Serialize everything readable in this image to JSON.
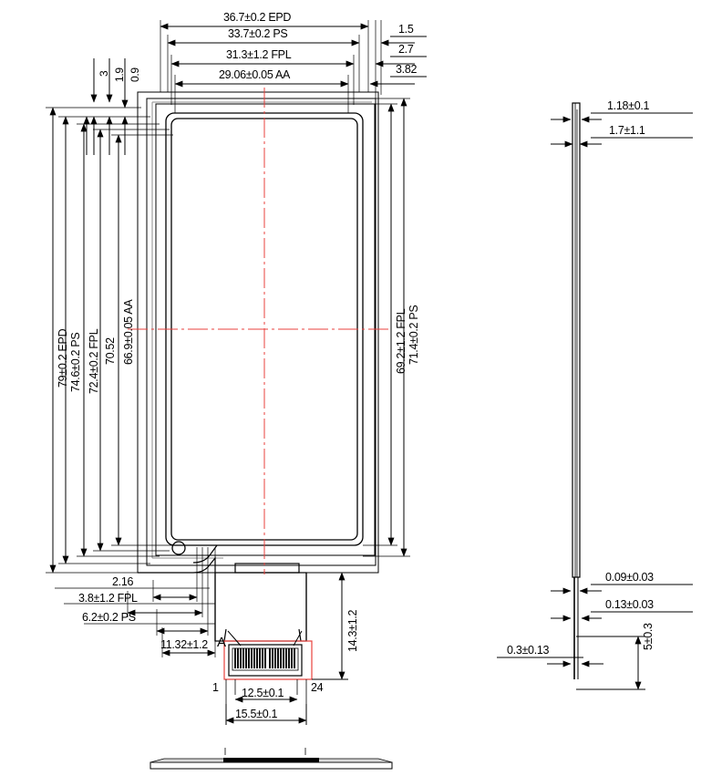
{
  "drawing": {
    "title": "EPD panel mechanical drawing",
    "units": "mm",
    "accent_red": "#e8413d",
    "line_color": "#000000",
    "hidden_color": "#8c8c8c"
  },
  "front_view": {
    "top_dimensions": [
      {
        "name": "epd-width",
        "text": "36.7±0.2 EPD"
      },
      {
        "name": "ps-width",
        "text": "33.7±0.2 PS"
      },
      {
        "name": "fpl-width",
        "text": "31.3±1.2 FPL"
      },
      {
        "name": "aa-width",
        "text": "29.06±0.05 AA"
      }
    ],
    "top_small_vertical": [
      {
        "name": "offset-3",
        "text": "3"
      },
      {
        "name": "offset-1-9",
        "text": "1.9"
      },
      {
        "name": "offset-0-9",
        "text": "0.9"
      }
    ],
    "top_right_offsets": [
      {
        "name": "right-offset-1-5",
        "text": "1.5"
      },
      {
        "name": "right-offset-2-7",
        "text": "2.7"
      },
      {
        "name": "right-offset-3-82",
        "text": "3.82"
      }
    ],
    "left_dimensions": [
      {
        "name": "epd-height",
        "text": "79±0.2 EPD"
      },
      {
        "name": "ps-height",
        "text": "74.6±0.2 PS"
      },
      {
        "name": "fpl-height",
        "text": "72.4±0.2 FPL"
      },
      {
        "name": "mid-height",
        "text": "70.52"
      },
      {
        "name": "aa-height",
        "text": "66.9±0.05 AA"
      }
    ],
    "right_dimensions": [
      {
        "name": "fpl-right-height",
        "text": "69.2±1.2 FPL"
      },
      {
        "name": "ps-right-height",
        "text": "71.4±0.2 PS"
      }
    ],
    "bottom_left_dimensions": [
      {
        "name": "dim-2-16",
        "text": "2.16"
      },
      {
        "name": "fpl-bottom",
        "text": "3.8±1.2 FPL"
      },
      {
        "name": "ps-bottom",
        "text": "6.2±0.2 PS"
      },
      {
        "name": "dim-11-32",
        "text": "11.32±1.2"
      }
    ]
  },
  "connector": {
    "detail_label": "A",
    "pin_first": "1",
    "pin_last": "24",
    "pin_count": 24,
    "height_dim": "14.3±1.2",
    "pitch_dim": "12.5±0.1",
    "width_dim": "15.5±0.1"
  },
  "side_view": {
    "top_dimensions": [
      {
        "name": "thickness-1-18",
        "text": "1.18±0.1"
      },
      {
        "name": "thickness-1-7",
        "text": "1.7±1.1"
      }
    ],
    "bottom_dimensions": [
      {
        "name": "thickness-0-09",
        "text": "0.09±0.03"
      },
      {
        "name": "thickness-0-13",
        "text": "0.13±0.03"
      }
    ],
    "tail_dimensions": [
      {
        "name": "tail-0-3",
        "text": "0.3±0.13"
      },
      {
        "name": "tail-5",
        "text": "5±0.3"
      }
    ]
  }
}
